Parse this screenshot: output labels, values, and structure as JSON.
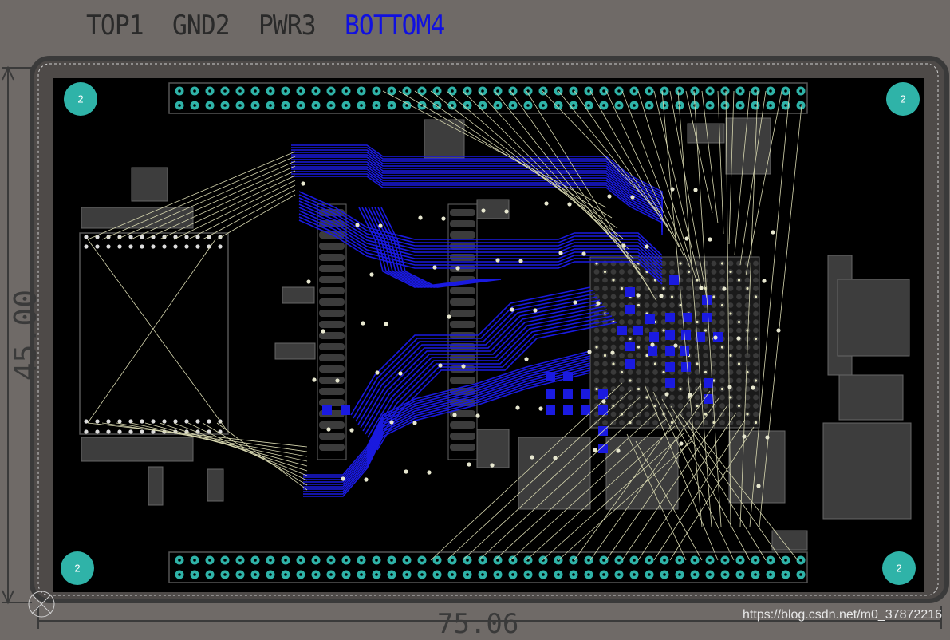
{
  "layer_tabs": [
    {
      "label": "TOP1",
      "active": false
    },
    {
      "label": "GND2",
      "active": false
    },
    {
      "label": "PWR3",
      "active": false
    },
    {
      "label": "BOTTOM4",
      "active": true
    }
  ],
  "board": {
    "dimension_vertical": "45.00",
    "dimension_horizontal": "75.06",
    "mount_hole_label": "2",
    "trace_color": "#1a1ae0",
    "ratsnest_color": "#d8d8b0",
    "pad_color": "#2fb3a8",
    "board_fill": "#000000",
    "outline_color": "#3a3a3a"
  },
  "watermark": "https://blog.csdn.net/m0_37872216"
}
